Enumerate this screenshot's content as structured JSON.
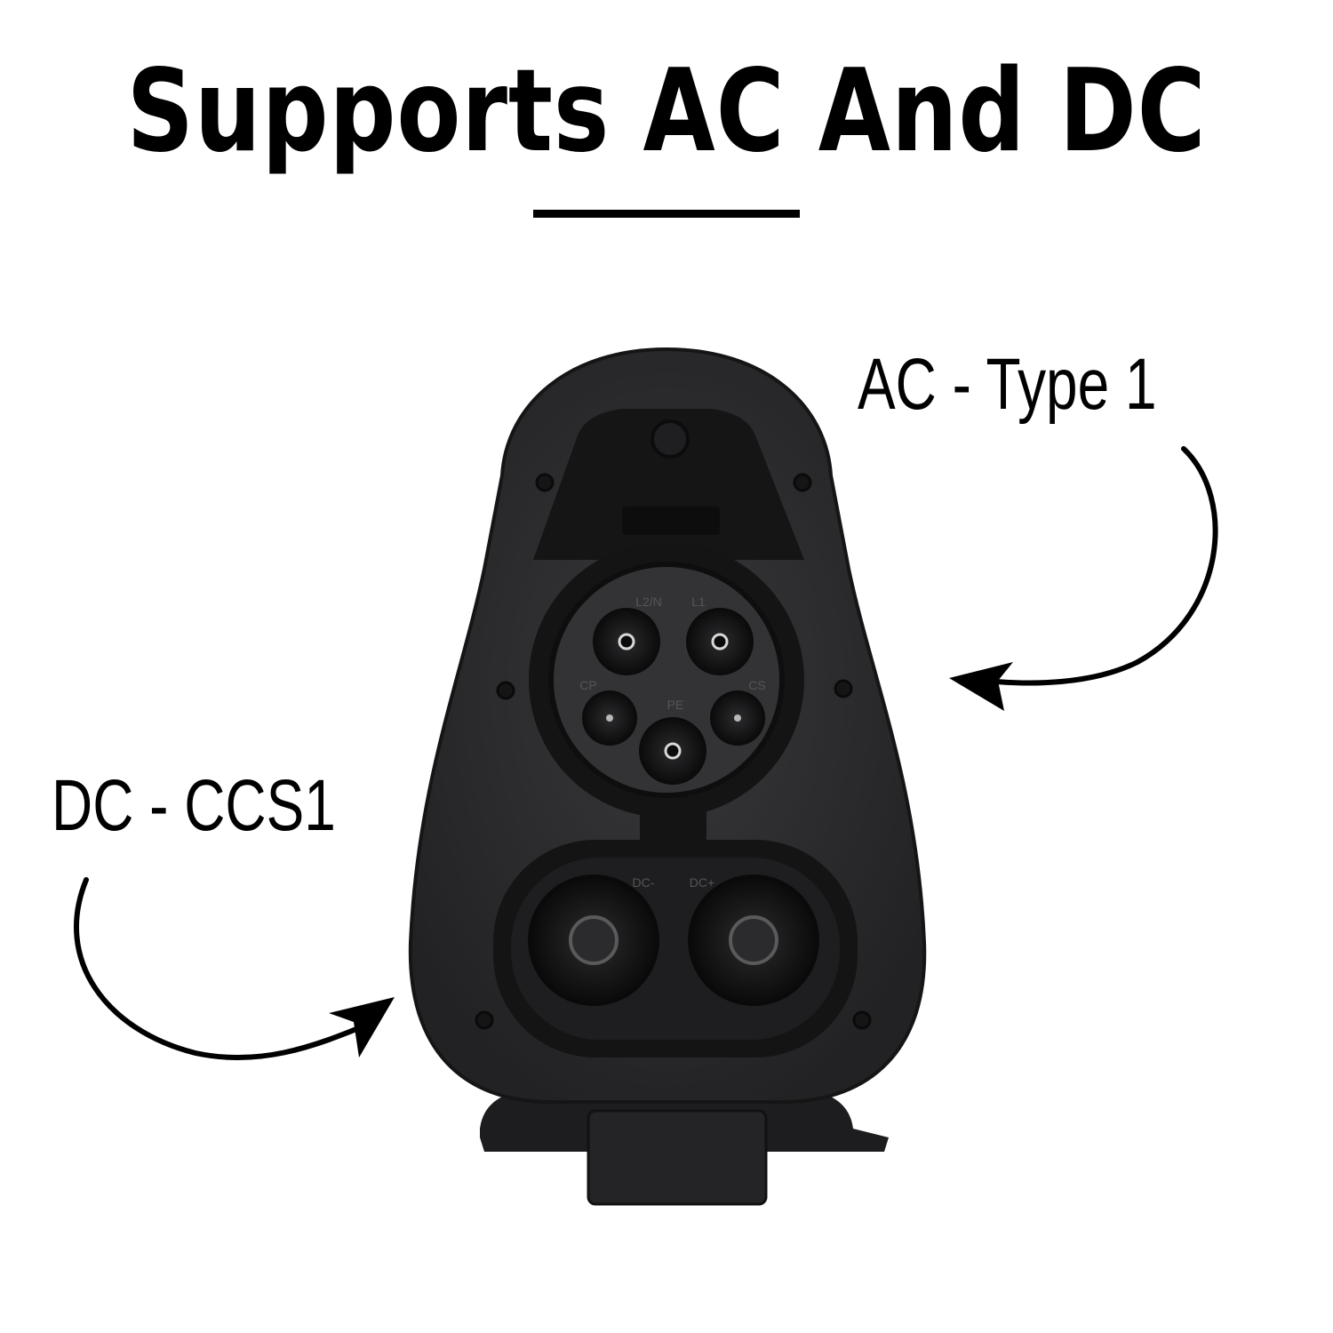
{
  "heading": {
    "title": "Supports AC And DC"
  },
  "callouts": {
    "ac_label": "AC - Type 1",
    "dc_label": "DC - CCS1"
  },
  "inlet": {
    "pin_labels": {
      "l2n": "L2/N",
      "l1": "L1",
      "cp": "CP",
      "cs": "CS",
      "pe": "PE",
      "dc_minus": "DC-",
      "dc_plus": "DC+"
    }
  },
  "colors": {
    "body": "#2a2a2c",
    "recess": "#141415",
    "pin": "#0b0b0c",
    "text": "#000000",
    "background": "#ffffff"
  }
}
